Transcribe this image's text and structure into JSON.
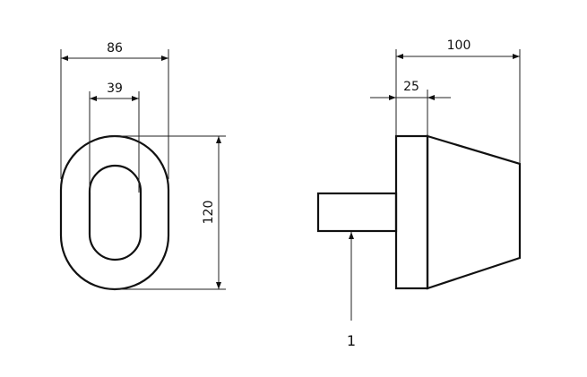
{
  "front_view": {
    "dim_outer_width": "86",
    "dim_slot_width": "39",
    "dim_height": "120"
  },
  "side_view": {
    "dim_total_length": "100",
    "dim_flange_thickness": "25",
    "callout_label": "1"
  }
}
